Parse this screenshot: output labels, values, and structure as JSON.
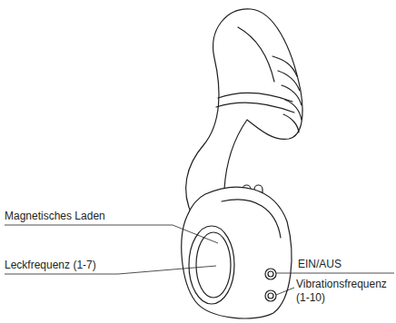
{
  "diagram": {
    "labels": [
      "Magnetisches Laden",
      "Leckfrequenz (1-7)",
      "EIN/AUS",
      "Vibrationsfrequenz (1-10)"
    ]
  }
}
